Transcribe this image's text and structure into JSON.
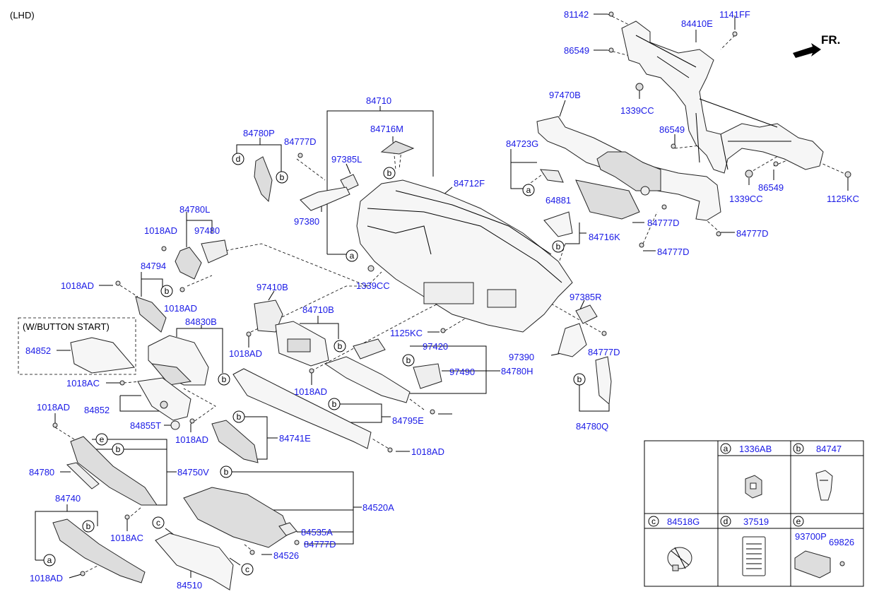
{
  "header": {
    "variant": "(LHD)",
    "direction": "FR.",
    "button_start_note": "(W/BUTTON START)"
  },
  "parts": [
    {
      "code": "81142"
    },
    {
      "code": "84410E"
    },
    {
      "code": "1141FF"
    },
    {
      "code": "86549"
    },
    {
      "code": "1339CC"
    },
    {
      "code": "97470B"
    },
    {
      "code": "86549"
    },
    {
      "code": "86549"
    },
    {
      "code": "1339CC"
    },
    {
      "code": "1125KC"
    },
    {
      "code": "84710"
    },
    {
      "code": "84716M"
    },
    {
      "code": "97385L"
    },
    {
      "code": "84712F"
    },
    {
      "code": "84723G"
    },
    {
      "code": "64881"
    },
    {
      "code": "84777D"
    },
    {
      "code": "84716K"
    },
    {
      "code": "84777D"
    },
    {
      "code": "84777D"
    },
    {
      "code": "84780P"
    },
    {
      "code": "84777D"
    },
    {
      "code": "97380"
    },
    {
      "code": "84780L"
    },
    {
      "code": "1018AD"
    },
    {
      "code": "97480"
    },
    {
      "code": "84794"
    },
    {
      "code": "1018AD"
    },
    {
      "code": "1018AD"
    },
    {
      "code": "1339CC"
    },
    {
      "code": "97410B"
    },
    {
      "code": "84710B"
    },
    {
      "code": "97385R"
    },
    {
      "code": "84830B"
    },
    {
      "code": "84852"
    },
    {
      "code": "1125KC"
    },
    {
      "code": "97420"
    },
    {
      "code": "1018AD"
    },
    {
      "code": "97390"
    },
    {
      "code": "84777D"
    },
    {
      "code": "97490"
    },
    {
      "code": "84780H"
    },
    {
      "code": "1018AC"
    },
    {
      "code": "1018AD"
    },
    {
      "code": "84852"
    },
    {
      "code": "84855T"
    },
    {
      "code": "1018AD"
    },
    {
      "code": "1018AD"
    },
    {
      "code": "84795E"
    },
    {
      "code": "84780Q"
    },
    {
      "code": "84741E"
    },
    {
      "code": "1018AD"
    },
    {
      "code": "84780"
    },
    {
      "code": "84750V"
    },
    {
      "code": "84740"
    },
    {
      "code": "84520A"
    },
    {
      "code": "1018AC"
    },
    {
      "code": "84535A"
    },
    {
      "code": "84777D"
    },
    {
      "code": "84526"
    },
    {
      "code": "1018AD"
    },
    {
      "code": "84510"
    }
  ],
  "callouts": [
    "a",
    "b",
    "c",
    "d",
    "e"
  ],
  "legend": [
    {
      "letter": "a",
      "code": "1336AB",
      "icon": "clip-icon"
    },
    {
      "letter": "b",
      "code": "84747",
      "icon": "fastener-clip-icon"
    },
    {
      "letter": "c",
      "code": "84518G",
      "icon": "bumper-stop-icon"
    },
    {
      "letter": "d",
      "code": "37519",
      "icon": "label-card-icon"
    },
    {
      "letter": "e",
      "code": "93700P",
      "code2": "69826",
      "icon": "switch-icon"
    }
  ]
}
